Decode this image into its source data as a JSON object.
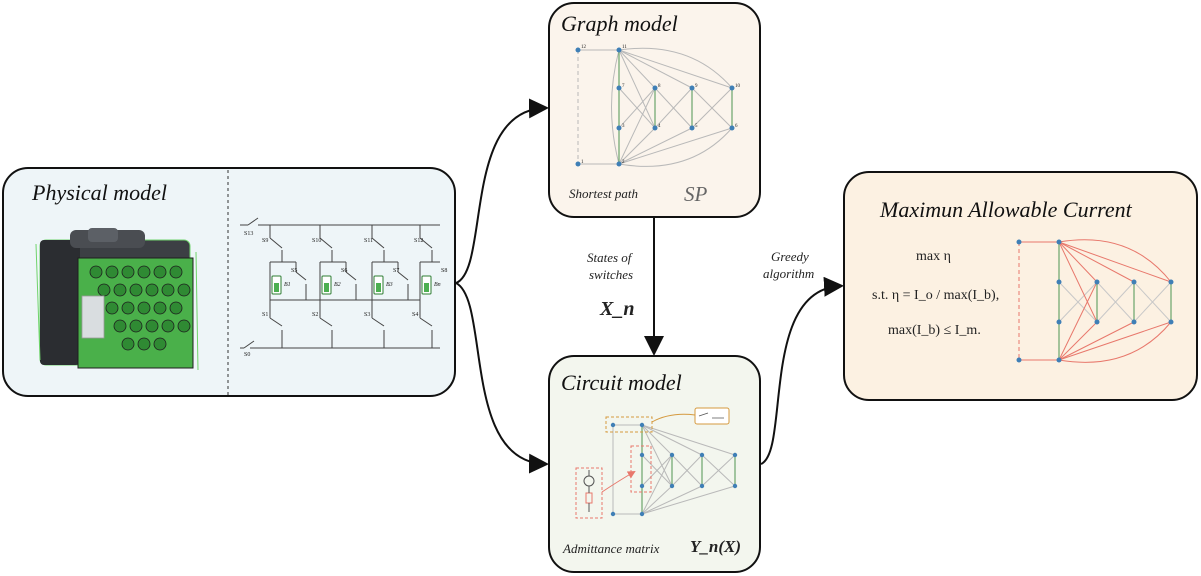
{
  "physical": {
    "title": "Physical model"
  },
  "graph": {
    "title": "Graph model",
    "caption": "Shortest path",
    "symbol": "SP"
  },
  "circuit": {
    "title": "Circuit model",
    "caption": "Admittance matrix",
    "symbol": "Y_n(X)"
  },
  "result": {
    "title": "Maximun Allowable Current",
    "objective": "max η",
    "constraint1": "s.t. η = I_o / max(I_b),",
    "constraint2": "max(I_b) ≤ I_m."
  },
  "arrow_labels": {
    "states_line1": "States of",
    "states_line2": "switches",
    "states_symbol": "X_n",
    "greedy_line1": "Greedy",
    "greedy_line2": "algorithm"
  },
  "switch_labels": [
    "S13",
    "S9",
    "S10",
    "S11",
    "S12",
    "S5",
    "S6",
    "S7",
    "S8",
    "S1",
    "S2",
    "S3",
    "S4",
    "S0"
  ],
  "battery_labels": [
    "B1",
    "B2",
    "B3",
    "Bn"
  ],
  "graph_node_labels": [
    "12",
    "11",
    "7",
    "8",
    "9",
    "10",
    "3",
    "4",
    "5",
    "6",
    "1",
    "2"
  ],
  "colors": {
    "physical_bg": "#eef5f8",
    "graph_bg": "#fbf4ec",
    "circuit_bg": "#f3f6ee",
    "result_bg": "#fcf1e2",
    "graph_edge": "#b9b9b9",
    "graph_node": "#3f7fb6",
    "graph_green": "#6aa56a",
    "highlight_red": "#e8786c",
    "dashed_box": "#d59a3f",
    "battery_green": "#4caf50"
  }
}
